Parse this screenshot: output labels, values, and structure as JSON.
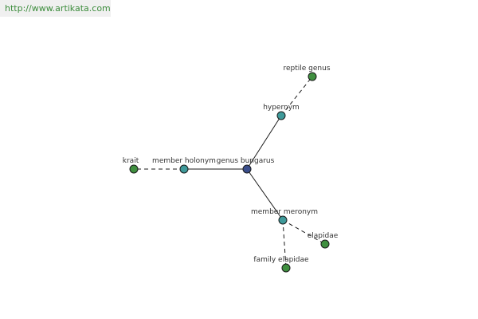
{
  "source_url": "http://www.artikata.com",
  "colors": {
    "center_node": "#3a4e8c",
    "relation_node": "#3f9a9a",
    "leaf_node": "#3f8f3f",
    "edge": "#1a1a1a",
    "banner_text": "#3c8c3c"
  },
  "nodes": [
    {
      "id": "genus-bungarus",
      "label": "genus bungarus",
      "kind": "center"
    },
    {
      "id": "hypernym",
      "label": "hypernym",
      "kind": "relation"
    },
    {
      "id": "member-holonym",
      "label": "member holonym",
      "kind": "relation"
    },
    {
      "id": "member-meronym",
      "label": "member meronym",
      "kind": "relation"
    },
    {
      "id": "reptile-genus",
      "label": "reptile genus",
      "kind": "leaf"
    },
    {
      "id": "krait",
      "label": "krait",
      "kind": "leaf"
    },
    {
      "id": "elapidae",
      "label": "elapidae",
      "kind": "leaf"
    },
    {
      "id": "family-elapidae",
      "label": "family elapidae",
      "kind": "leaf"
    }
  ],
  "edges": [
    {
      "from": "genus-bungarus",
      "to": "hypernym",
      "style": "solid"
    },
    {
      "from": "genus-bungarus",
      "to": "member-holonym",
      "style": "solid"
    },
    {
      "from": "genus-bungarus",
      "to": "member-meronym",
      "style": "solid"
    },
    {
      "from": "hypernym",
      "to": "reptile-genus",
      "style": "dashed"
    },
    {
      "from": "member-holonym",
      "to": "krait",
      "style": "dashed"
    },
    {
      "from": "member-meronym",
      "to": "elapidae",
      "style": "dashed"
    },
    {
      "from": "member-meronym",
      "to": "family-elapidae",
      "style": "dashed"
    }
  ]
}
